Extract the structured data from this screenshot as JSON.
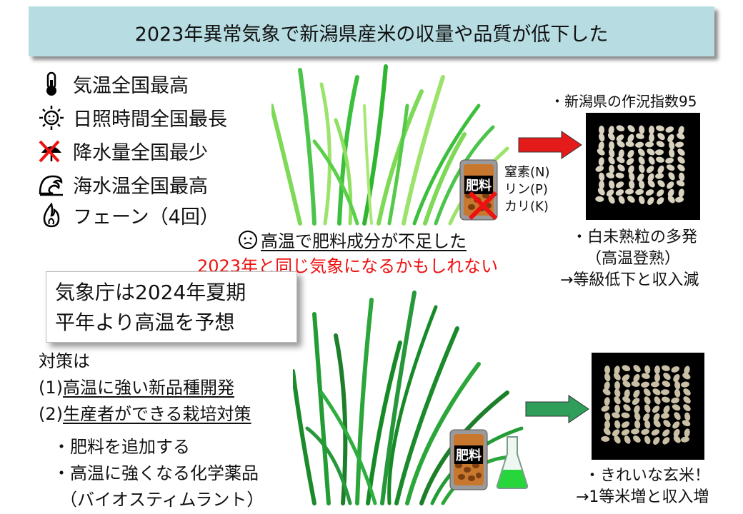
{
  "title": "2023年異常気象で新潟県産米の収量や品質が低下した",
  "conditions": [
    {
      "icon": "thermometer-icon",
      "text": "気温全国最高"
    },
    {
      "icon": "sun-icon",
      "text": "日照時間全国最長"
    },
    {
      "icon": "no-rain-icon",
      "text": "降水量全国最少"
    },
    {
      "icon": "wave-icon",
      "text": "海水温全国最高"
    },
    {
      "icon": "fire-icon",
      "text": "フェーン（4回）"
    }
  ],
  "nutrients": [
    "窒素(N)",
    "リン(P)",
    "カリ(K)"
  ],
  "fertilizer_label": "肥料",
  "shortage": "高温で肥料成分が不足した",
  "warning": "2023年と同じ気象になるかもしれない",
  "forecast": [
    "気象庁は2024年夏期",
    "平年より高温を予想"
  ],
  "countermeasures": {
    "heading": "対策は",
    "items": [
      {
        "prefix": "(1)",
        "text": "高温に強い新品種開発"
      },
      {
        "prefix": "(2)",
        "text": "生産者ができる栽培対策"
      }
    ],
    "subitems": [
      "・肥料を追加する",
      "・高温に強くなる化学薬品",
      "（バイオスティムラント）"
    ]
  },
  "result_bad": {
    "header": "・新潟県の作況指数95",
    "lines": [
      "・白未熟粒の多発",
      "（高温登熟）",
      "→等級低下と収入減"
    ]
  },
  "result_good": {
    "lines": [
      "・きれいな玄米！",
      "→1等米増と収入増"
    ]
  },
  "colors": {
    "title_bg": "#b7dde3",
    "red_arrow": "#e51b1b",
    "green_arrow": "#2e9e5a",
    "warning": "#e11111"
  }
}
